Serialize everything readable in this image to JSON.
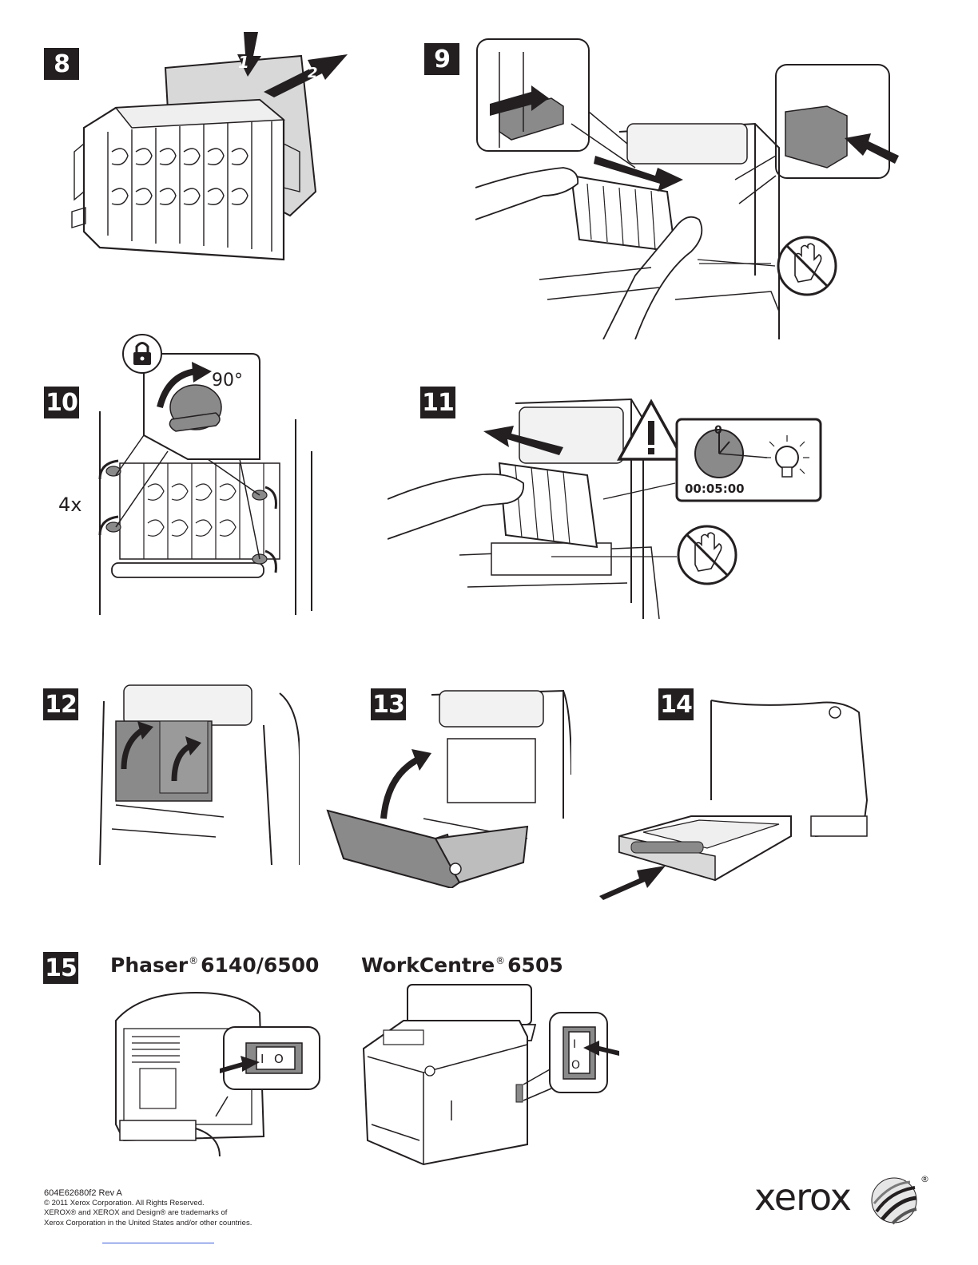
{
  "steps": {
    "s8": "8",
    "s9": "9",
    "s10": "10",
    "s11": "11",
    "s12": "12",
    "s13": "13",
    "s14": "14",
    "s15": "15"
  },
  "step8": {
    "arrow1": "1",
    "arrow2": "2"
  },
  "step10": {
    "rotation": "90°",
    "count": "4x"
  },
  "step11": {
    "timer_zero": "0",
    "timer": "00:05:00"
  },
  "step15": {
    "model1_name": "Phaser",
    "model1_reg": "®",
    "model1_number": "6140/6500",
    "model2_name": "WorkCentre",
    "model2_reg": "®",
    "model2_number": "6505",
    "switch_on": "I",
    "switch_off": "O"
  },
  "footer": {
    "doc_id": "604E62680f2 Rev A",
    "copyright": "© 2011 Xerox Corporation. All Rights Reserved.",
    "trademark1": "XEROX® and XEROX and Design® are trademarks of",
    "trademark2": "Xerox Corporation in the United States and/or other countries."
  },
  "brand": {
    "logo_text": "xerox",
    "logo_reg": "®"
  },
  "icons": [
    "lock-icon",
    "warning-icon",
    "no-touch-icon",
    "clock-icon",
    "light-bulb-icon",
    "push-arrow-icon",
    "rotate-arrow-icon"
  ],
  "colors": {
    "ink": "#231f20",
    "grey": "#8a8a8a",
    "light_grey": "#d9d9d9"
  }
}
